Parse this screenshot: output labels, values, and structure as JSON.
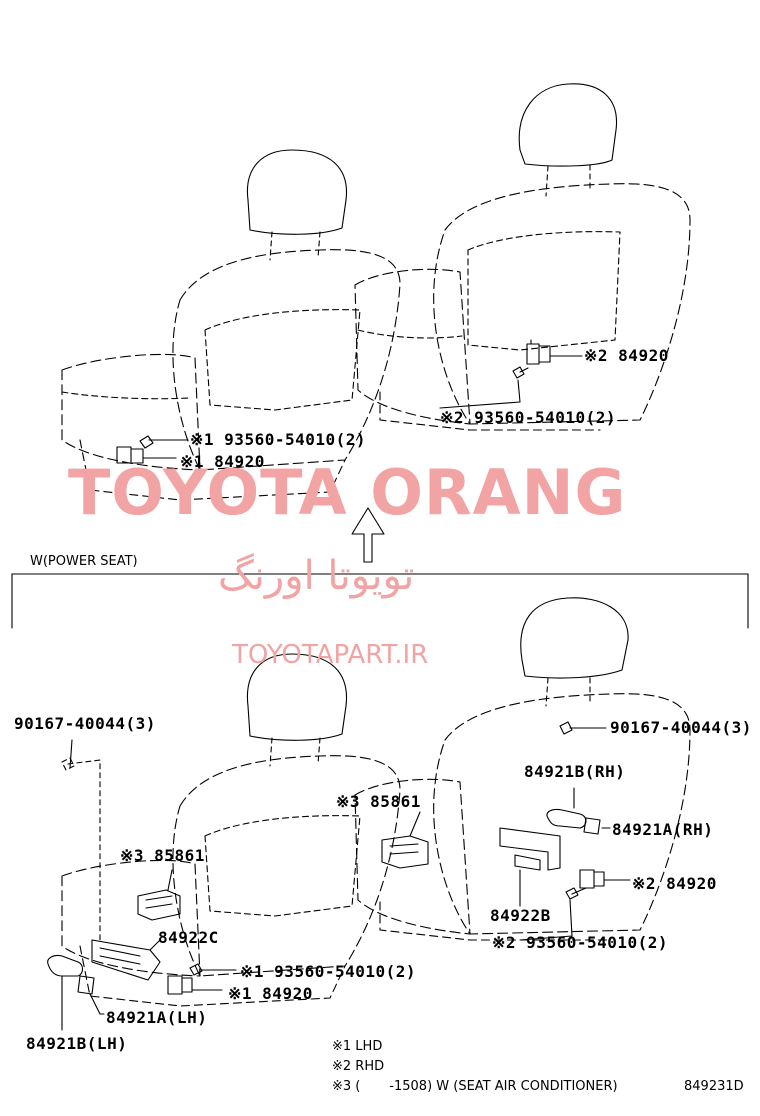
{
  "upper": {
    "callouts": {
      "rh_screw": "※2 93560-54010(2)",
      "rh_part": "※2 84920",
      "lh_screw": "※1 93560-54010(2)",
      "lh_part": "※1 84920"
    }
  },
  "section_label": "W(POWER SEAT)",
  "lower": {
    "callouts": {
      "left_screw": "90167-40044(3)",
      "right_screw": "90167-40044(3)",
      "left_unit": "※3 85861",
      "right_unit": "※3 85861",
      "bracket_rh": "84921B(RH)",
      "knob_rh": "84921A(RH)",
      "switch_rh": "※2 84920",
      "holder_rh": "84922B",
      "screw_rh": "※2 93560-54010(2)",
      "holder_lh": "84922C",
      "screw_lh": "※1 93560-54010(2)",
      "switch_lh": "※1 84920",
      "knob_lh": "84921A(LH)",
      "bracket_lh": "84921B(LH)"
    }
  },
  "legend": {
    "lines": [
      "※1  LHD",
      "※2  RHD",
      "※3 (       -1508) W (SEAT AIR CONDITIONER)"
    ],
    "diagram_code": "849231D"
  },
  "watermark": {
    "brand": "TOYOTA ORANG",
    "farsi": "تويوتا اورنگ",
    "site": "TOYOTAPART.IR"
  }
}
